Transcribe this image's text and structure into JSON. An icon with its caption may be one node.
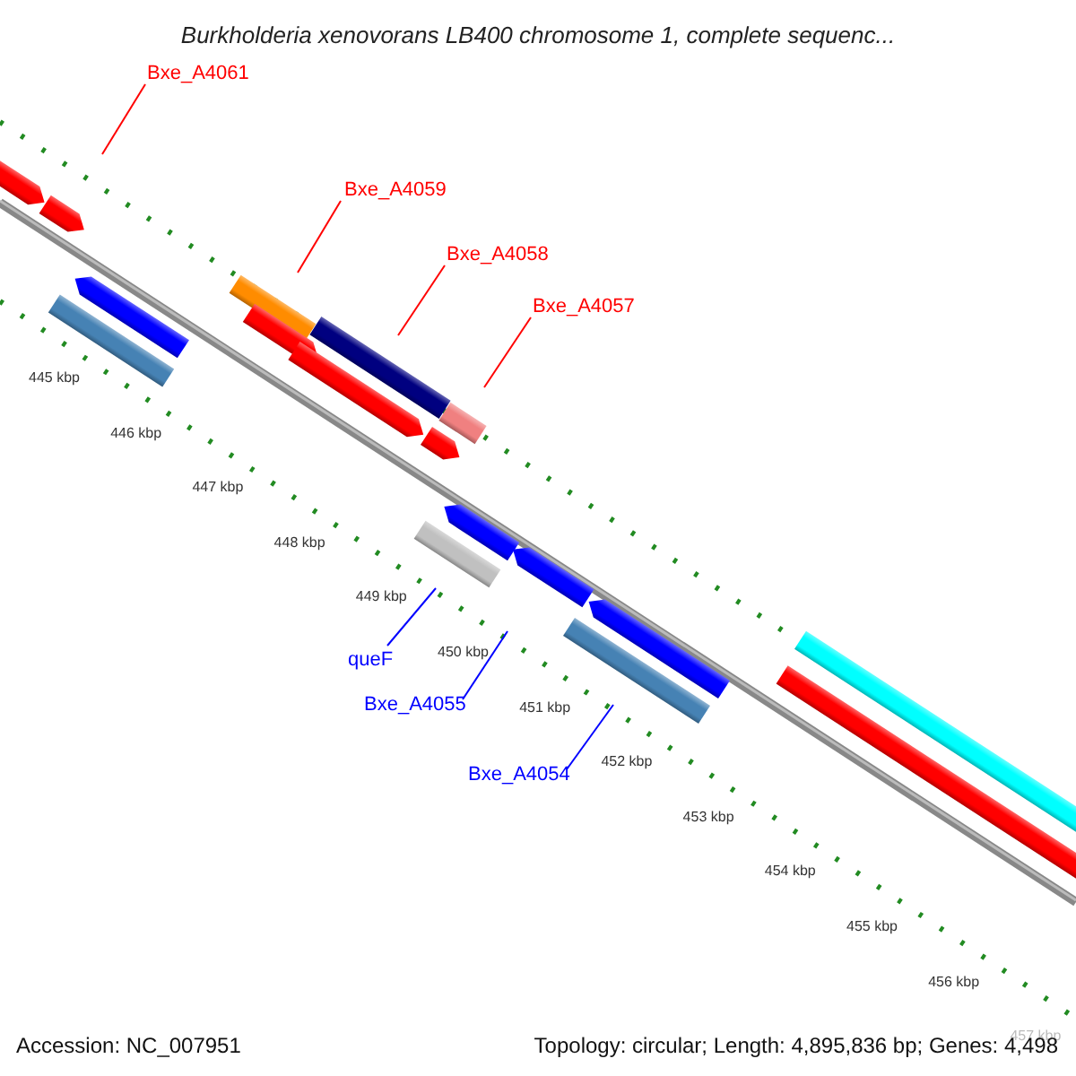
{
  "diagram": {
    "title": "Burkholderia xenovorans LB400 chromosome 1, complete sequenc...",
    "nodes": [
      {
        "text": [
          "Bxe_A4061"
        ]
      },
      {
        "text": [
          "Bxe_A4059"
        ]
      },
      {
        "text": [
          "Bxe_A4058"
        ]
      },
      {
        "text": [
          "Bxe_A4057"
        ]
      },
      {
        "text": [
          "queF"
        ]
      },
      {
        "text": [
          "Bxe_A4055"
        ]
      },
      {
        "text": [
          "Bxe_A4054"
        ]
      }
    ],
    "edges": [
      {
        "from": 0,
        "to": null,
        "arrow": "none"
      },
      {
        "from": 1,
        "to": null,
        "arrow": "none"
      },
      {
        "from": 2,
        "to": null,
        "arrow": "none"
      },
      {
        "from": 3,
        "to": null,
        "arrow": "none"
      },
      {
        "from": 4,
        "to": null,
        "arrow": "none",
        "color": "#0000ff"
      },
      {
        "from": 5,
        "to": null,
        "arrow": "none",
        "color": "#0000ff"
      },
      {
        "from": 6,
        "to": null,
        "arrow": "none",
        "color": "#0000ff"
      }
    ],
    "labels": [
      "445 kbp",
      "446 kbp",
      "447 kbp",
      "448 kbp",
      "449 kbp",
      "450 kbp",
      "451 kbp",
      "452 kbp",
      "453 kbp",
      "454 kbp",
      "455 kbp",
      "456 kbp",
      "457 kbp",
      "Accession: NC_007951",
      "Topology: circular; Length: 4,895,836 bp; Genes: 4,498"
    ]
  }
}
